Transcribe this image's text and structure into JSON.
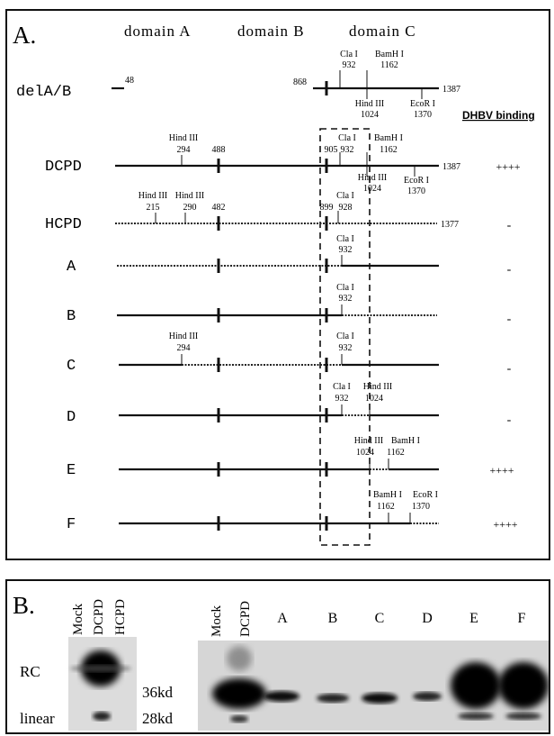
{
  "panel_a": {
    "label": "A.",
    "domains": [
      "domain A",
      "domain B",
      "domain C"
    ],
    "binding_header": "DHBV binding",
    "constructs": [
      {
        "name": "delA/B",
        "binding": "",
        "labels": [
          {
            "text": "48"
          },
          {
            "text": "868"
          },
          {
            "text": "Cla I"
          },
          {
            "text": "932"
          },
          {
            "text": "BamH I"
          },
          {
            "text": "1162"
          },
          {
            "text": "1387"
          },
          {
            "text": "Hind III"
          },
          {
            "text": "1024"
          },
          {
            "text": "EcoR I"
          },
          {
            "text": "1370"
          }
        ]
      },
      {
        "name": "DCPD",
        "binding": "++++",
        "labels": [
          {
            "text": "Hind III"
          },
          {
            "text": "294"
          },
          {
            "text": "488"
          },
          {
            "text": "905"
          },
          {
            "text": "Cla I"
          },
          {
            "text": "932"
          },
          {
            "text": "BamH I"
          },
          {
            "text": "1162"
          },
          {
            "text": "1387"
          },
          {
            "text": "Hind III"
          },
          {
            "text": "1024"
          },
          {
            "text": "EcoR I"
          },
          {
            "text": "1370"
          }
        ]
      },
      {
        "name": "HCPD",
        "binding": "-",
        "labels": [
          {
            "text": "Hind III"
          },
          {
            "text": "215"
          },
          {
            "text": "Hind III"
          },
          {
            "text": "290"
          },
          {
            "text": "482"
          },
          {
            "text": "899"
          },
          {
            "text": "Cla I"
          },
          {
            "text": "928"
          },
          {
            "text": "1377"
          }
        ]
      },
      {
        "name": "A",
        "binding": "-",
        "labels": [
          {
            "text": "Cla I"
          },
          {
            "text": "932"
          }
        ]
      },
      {
        "name": "B",
        "binding": "-",
        "labels": [
          {
            "text": "Cla I"
          },
          {
            "text": "932"
          }
        ]
      },
      {
        "name": "C",
        "binding": "-",
        "labels": [
          {
            "text": "Hind III"
          },
          {
            "text": "294"
          },
          {
            "text": "Cla I"
          },
          {
            "text": "932"
          }
        ]
      },
      {
        "name": "D",
        "binding": "-",
        "labels": [
          {
            "text": "Cla I"
          },
          {
            "text": "932"
          },
          {
            "text": "Hind III"
          },
          {
            "text": "1024"
          }
        ]
      },
      {
        "name": "E",
        "binding": "++++",
        "labels": [
          {
            "text": "Hind III"
          },
          {
            "text": "1024"
          },
          {
            "text": "BamH I"
          },
          {
            "text": "1162"
          }
        ]
      },
      {
        "name": "F",
        "binding": "++++",
        "labels": [
          {
            "text": "BamH I"
          },
          {
            "text": "1162"
          },
          {
            "text": "EcoR I"
          },
          {
            "text": "1370"
          }
        ]
      }
    ]
  },
  "panel_b": {
    "label": "B.",
    "left_lanes": [
      "Mock",
      "DCPD",
      "HCPD"
    ],
    "right_lanes": [
      "Mock",
      "DCPD",
      "A",
      "B",
      "C",
      "D",
      "E",
      "F"
    ],
    "band_labels": [
      "RC",
      "linear"
    ],
    "size_markers": [
      "36kd",
      "28kd"
    ]
  }
}
